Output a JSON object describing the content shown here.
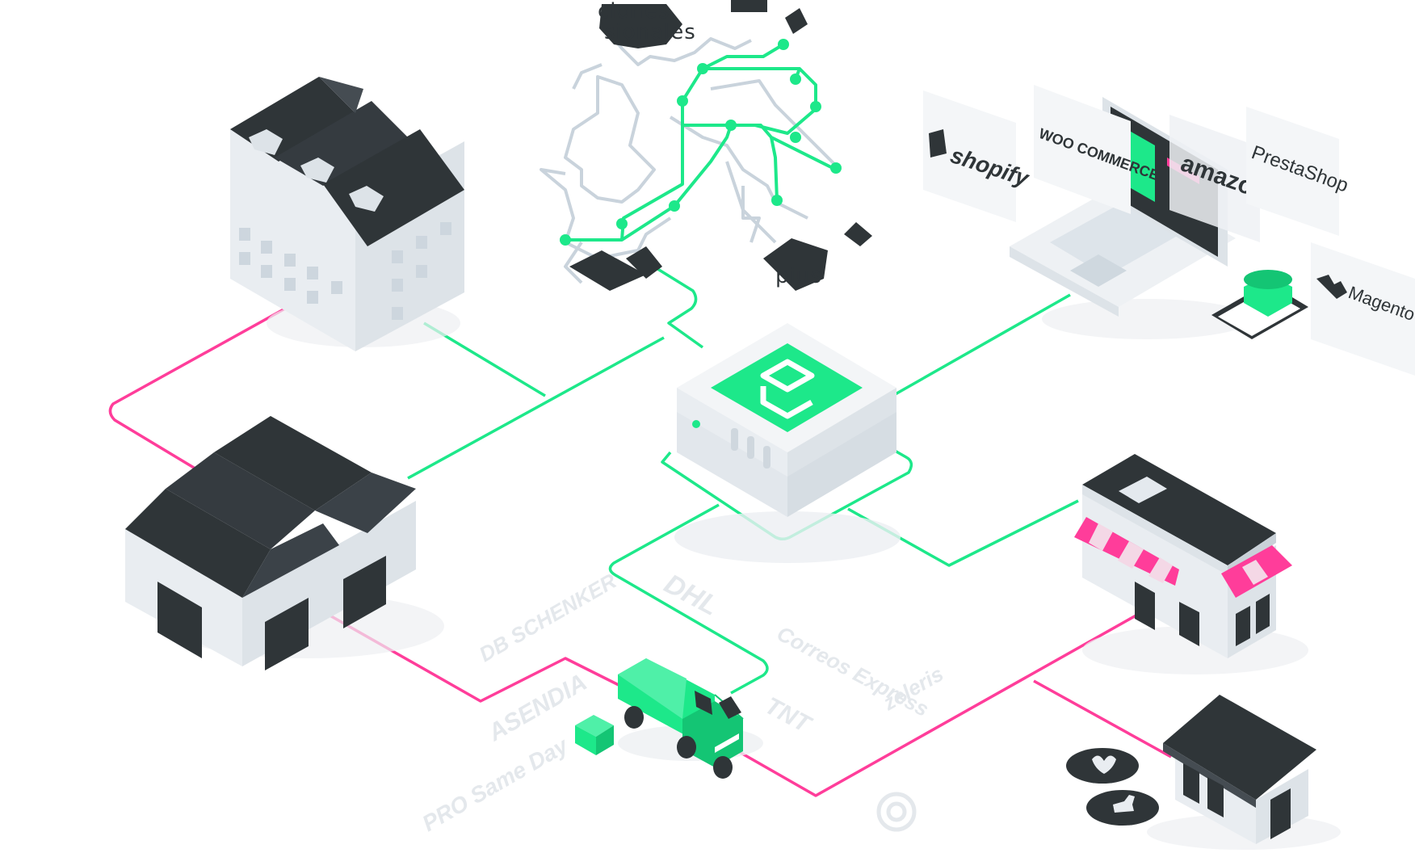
{
  "map": {
    "label_top": "ciones",
    "label_second": "sionales",
    "label_islands": "pius"
  },
  "marketplaces": [
    {
      "name": "shopify"
    },
    {
      "name": "WOO COMMERCE"
    },
    {
      "name": "amazon"
    },
    {
      "name": "PrestaShop"
    },
    {
      "name": "Magento"
    }
  ],
  "carriers": [
    {
      "name": "DB SCHENKER"
    },
    {
      "name": "DHL"
    },
    {
      "name": "Correos Express"
    },
    {
      "name": "zeleris"
    },
    {
      "name": "ASENDIA"
    },
    {
      "name": "TNT"
    },
    {
      "name": "PRO Same Day"
    }
  ],
  "colors": {
    "green": "#1de88a",
    "pink": "#ff3d9a",
    "dark": "#353b40",
    "light": "#eef1f4"
  }
}
